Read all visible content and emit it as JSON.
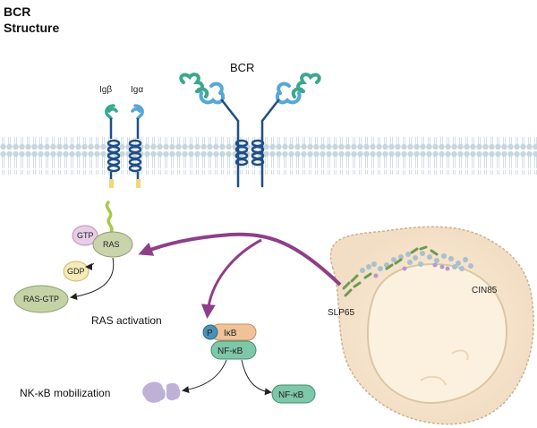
{
  "title_line1": "BCR",
  "title_line2": "Structure",
  "receptor_label": "BCR",
  "ig_beta_label": "Igβ",
  "ig_alpha_label": "Igα",
  "gtp_label": "GTP",
  "ras_label": "RAS",
  "gdp_label": "GDP",
  "ras_gtp_label": "RAS-GTP",
  "ras_activation_label": "RAS activation",
  "p_label": "P",
  "ikb_label": "IκB",
  "nfkb_label": "NF-κB",
  "nfkb_free_label": "NF-κB",
  "nfkb_mobilization_label": "NK-κB mobilization",
  "slp65_label": "SLP65",
  "cin85_label": "CIN85",
  "colors": {
    "membrane_head": "#c5d7e0",
    "membrane_tail": "#d9e4ea",
    "helix": "#1f4f86",
    "teal": "#3aa78f",
    "blue_loop": "#56a7d6",
    "yellow": "#f3d77a",
    "purple_arrow": "#8e3f8a",
    "gtp_fill": "#e8cde6",
    "ras_fill": "#c9d3ac",
    "gdp_fill": "#f6eab8",
    "ras_gtp_fill": "#c4d2a6",
    "ikb_fill": "#f0c29a",
    "nfkb_fill": "#7ec7a8",
    "p_fill": "#4a92b5",
    "cell_fill": "#f6e6cf",
    "nucleus_fill": "#fbf0dd",
    "lilac": "#bfb1d6"
  }
}
